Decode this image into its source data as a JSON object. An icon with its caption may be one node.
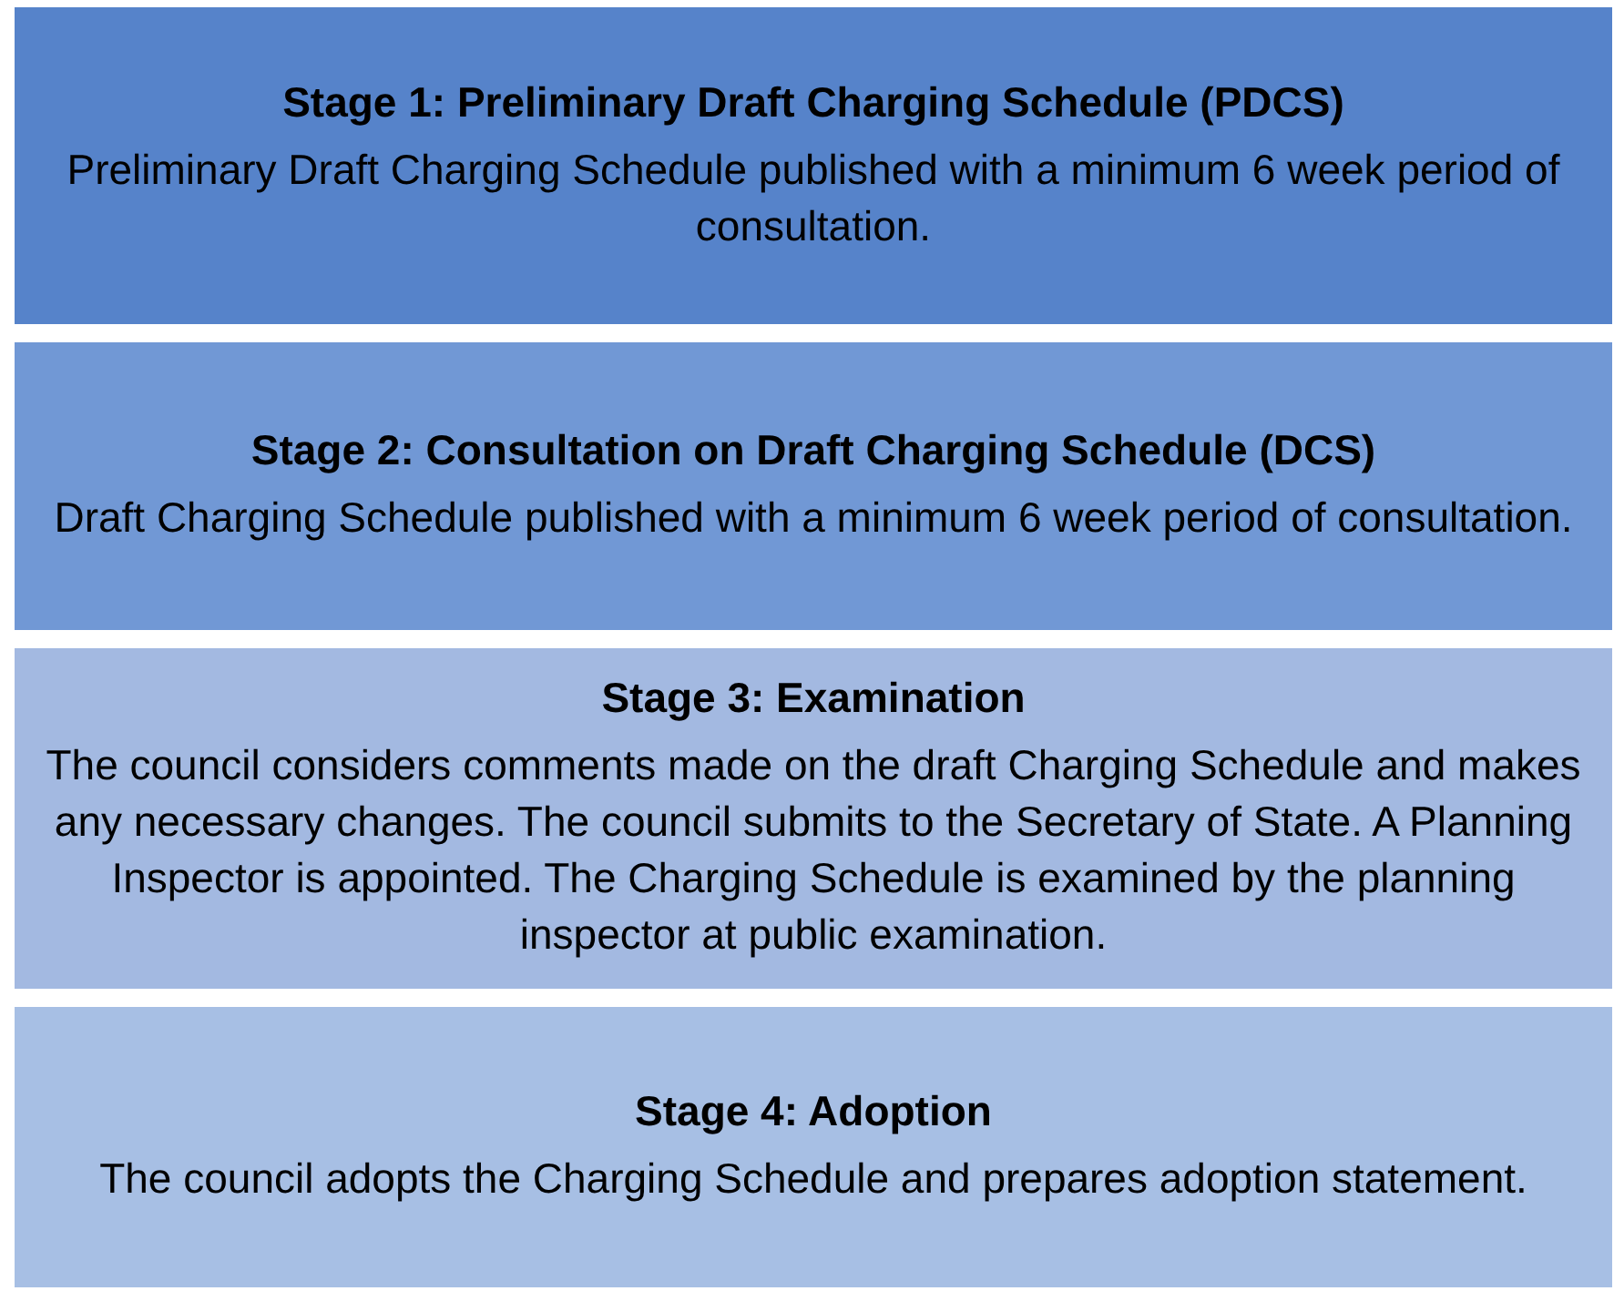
{
  "diagram": {
    "nodes": [
      {
        "text": [
          "Stage 1: Preliminary Draft Charging Schedule (PDCS)",
          "Preliminary Draft Charging Schedule published with a minimum 6 week period of consultation."
        ]
      },
      {
        "text": [
          "Stage 2: Consultation on Draft Charging Schedule (DCS)",
          "Draft Charging Schedule published with a minimum 6 week period of consultation."
        ]
      },
      {
        "text": [
          "Stage 3: Examination",
          "The council considers comments made on the draft Charging Schedule and makes any necessary changes. The council submits to the Secretary of State. A Planning Inspector is appointed. The Charging Schedule is examined by the planning inspector at public examination."
        ]
      },
      {
        "text": [
          "Stage 4: Adoption",
          "The council adopts the Charging Schedule and prepares adoption statement."
        ]
      }
    ]
  }
}
